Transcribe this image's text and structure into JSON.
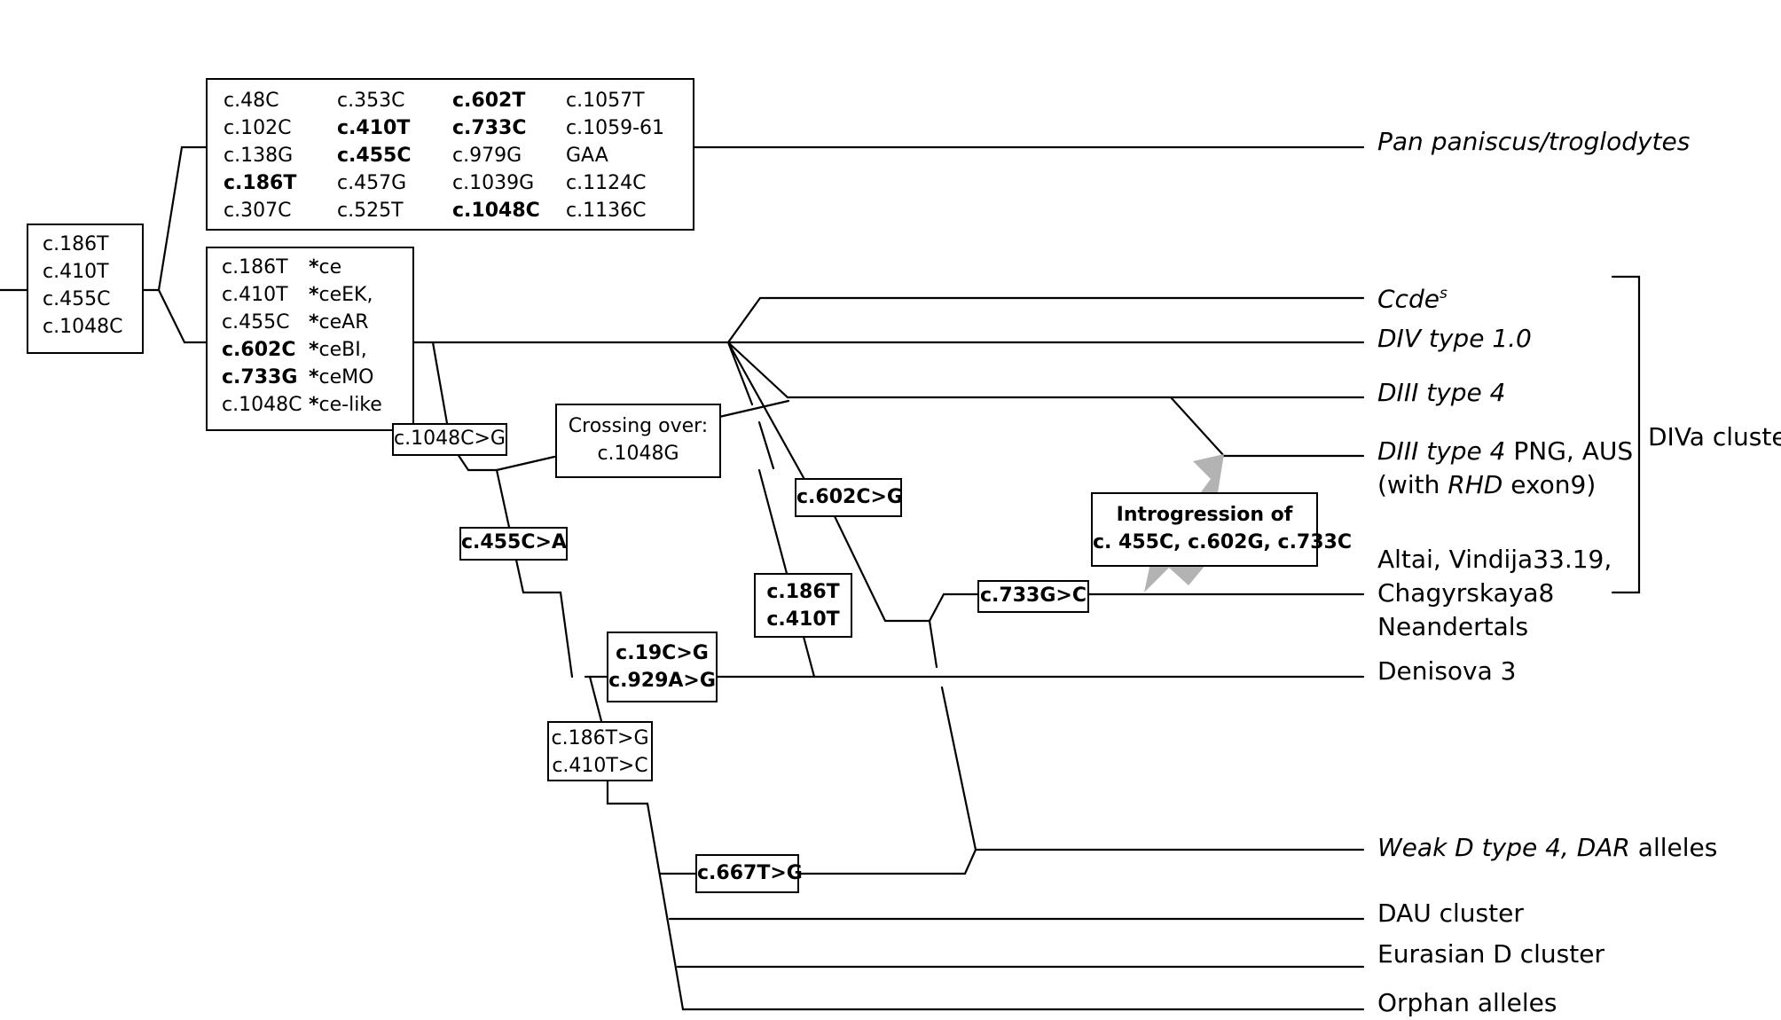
{
  "root_box": [
    "c.186T",
    "c.410T",
    "c.455C",
    "c.1048C"
  ],
  "pan_box": [
    [
      {
        "t": "c.48C",
        "b": false
      },
      {
        "t": "c.353C",
        "b": false
      },
      {
        "t": "c.602T",
        "b": true
      },
      {
        "t": "c.1057T",
        "b": false
      }
    ],
    [
      {
        "t": "c.102C",
        "b": false
      },
      {
        "t": "c.410T",
        "b": true
      },
      {
        "t": "c.733C",
        "b": true
      },
      {
        "t": "c.1059-61",
        "b": false
      }
    ],
    [
      {
        "t": "c.138G",
        "b": false
      },
      {
        "t": "c.455C",
        "b": true
      },
      {
        "t": "c.979G",
        "b": false
      },
      {
        "t": "GAA",
        "b": false
      }
    ],
    [
      {
        "t": "c.186T",
        "b": true
      },
      {
        "t": "c.457G",
        "b": false
      },
      {
        "t": "c.1039G",
        "b": false
      },
      {
        "t": "c.1124C",
        "b": false
      }
    ],
    [
      {
        "t": "c.307C",
        "b": false
      },
      {
        "t": "c.525T",
        "b": false
      },
      {
        "t": "c.1048C",
        "b": true
      },
      {
        "t": "c.1136C",
        "b": false
      }
    ]
  ],
  "ce_box": [
    {
      "a": "c.186T",
      "ab": false,
      "star": "*",
      "c": "ce"
    },
    {
      "a": "c.410T",
      "ab": false,
      "star": "*",
      "c": "ceEK,"
    },
    {
      "a": "c.455C",
      "ab": false,
      "star": "*",
      "c": "ceAR"
    },
    {
      "a": "c.602C",
      "ab": true,
      "star": "*",
      "c": "ceBI,"
    },
    {
      "a": "c.733G",
      "ab": true,
      "star": "*",
      "c": "ceMO"
    },
    {
      "a": "c.1048C",
      "ab": false,
      "star": "*",
      "c": "ce-like"
    }
  ],
  "mutations": {
    "m1048": "c.1048C>G",
    "crossing_1": "Crossing over:",
    "crossing_2": "c.1048G",
    "m455": "c.455C>A",
    "m602": "c.602C>G",
    "m186_1": "c.186T",
    "m186_2": "c.410T",
    "m19_1": "c.19C>G",
    "m19_2": "c.929A>G",
    "m186g_1": "c.186T>G",
    "m186g_2": "c.410T>C",
    "m733": "c.733G>C",
    "m667": "c.667T>G",
    "introgression_1": "Introgression of",
    "introgression_2": "c. 455C, c.602G, c.733C"
  },
  "tips": {
    "pan": "Pan paniscus/troglodytes",
    "ccdes_main": "Ccde",
    "ccdes_sup": "s",
    "div": "DIV type 1.0",
    "diii": "DIII type 4",
    "diii_png_it": "DIII type 4",
    "diii_png_rest": " PNG, AUS",
    "diii_png_2a": "(with ",
    "diii_png_2b": "RHD",
    "diii_png_2c": " exon9)",
    "altai_1": "Altai, Vindija33.19,",
    "altai_2": "Chagyrskaya8",
    "altai_3": "Neandertals",
    "denisova": "Denisova 3",
    "weak_it": "Weak D type 4, DAR",
    "weak_rest": " alleles",
    "dau": "DAU cluster",
    "eurasian": "Eurasian D cluster",
    "orphan": "Orphan alleles"
  },
  "cluster_label": "DIVa cluster",
  "colors": {
    "line": "#000000",
    "arrow": "#b3b3b3"
  }
}
